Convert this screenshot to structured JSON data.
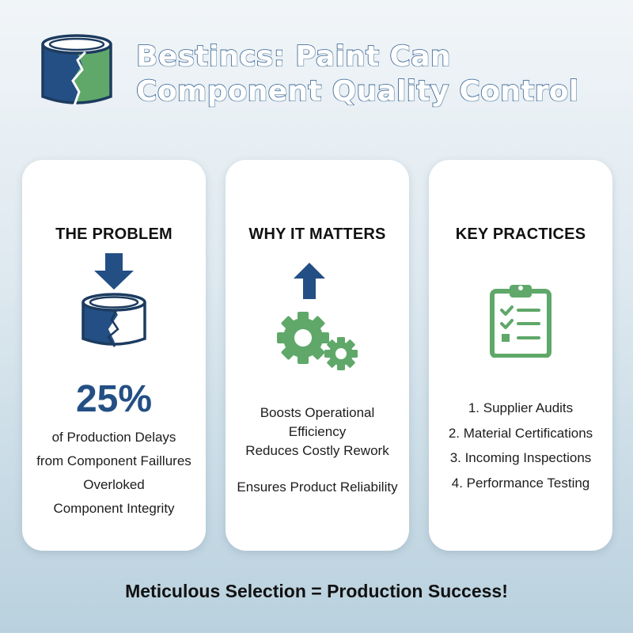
{
  "header": {
    "title_line1": "Bestincs: Paint Can",
    "title_line2": "Component Quality Control",
    "logo_icon": "broken-paint-can-icon"
  },
  "colors": {
    "navy": "#234f84",
    "green": "#5fa86a",
    "title_outline": "#2b5b8e"
  },
  "cards": [
    {
      "heading": "THE PROBLEM",
      "icon": "down-arrow-broken-can-icon",
      "stat": "25%",
      "lines": [
        "of Production Delays",
        "from Component Faillures",
        "Overloked",
        "Component Integrity"
      ]
    },
    {
      "heading": "WHY IT MATTERS",
      "icon": "up-arrow-gears-icon",
      "lines": [
        "Boosts Operational",
        "Efficiency",
        "Reduces Costly Rework",
        "Ensures Product Reliability"
      ]
    },
    {
      "heading": "KEY PRACTICES",
      "icon": "clipboard-checklist-icon",
      "lines": [
        "1. Supplier Audits",
        "2. Material Certifications",
        "3. Incoming Inspections",
        "4. Performance Testing"
      ]
    }
  ],
  "footer": {
    "tagline": "Meticulous Selection = Production Success!"
  }
}
